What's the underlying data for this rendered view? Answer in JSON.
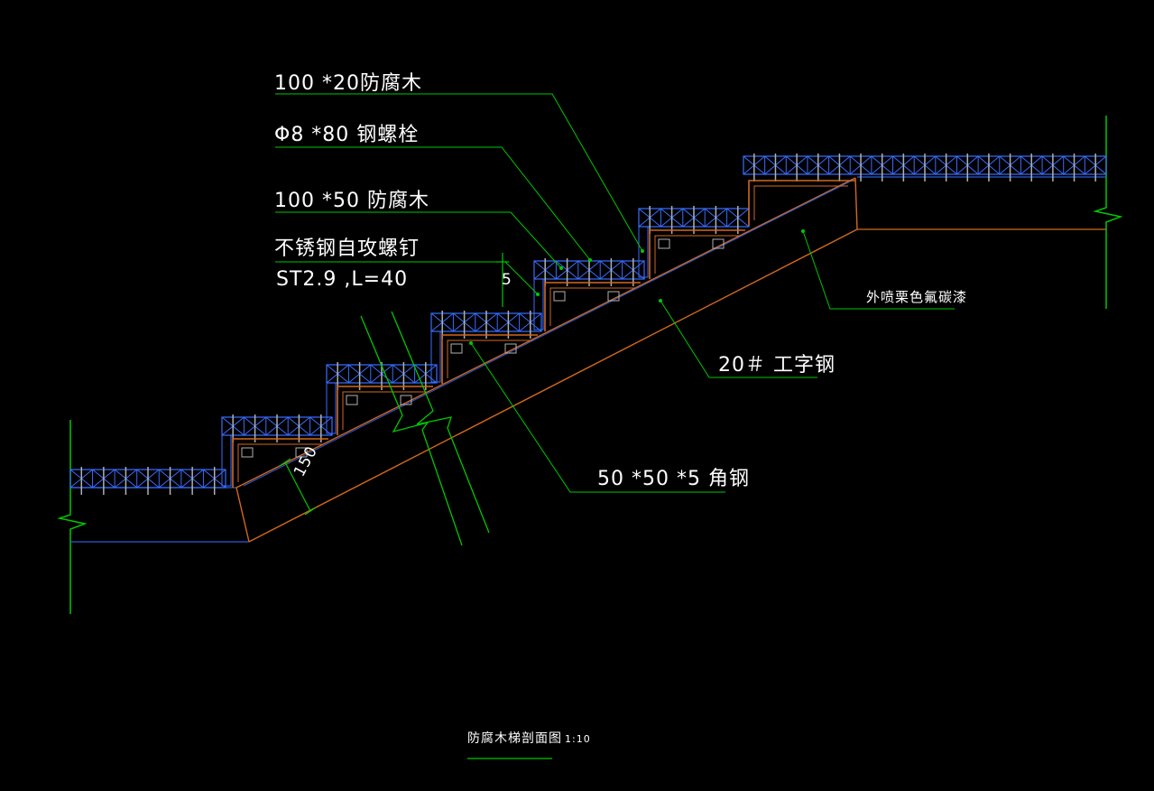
{
  "colors": {
    "background": "#000000",
    "text": "#ffffff",
    "leader": "#00c800",
    "wood_blue": "#3a6dff",
    "steel_orange": "#d2691e",
    "hardware_gray": "#b0b0b0",
    "slab_blue": "#2a5bd7"
  },
  "labels": {
    "wood_100x20": "100 *20防腐木",
    "bolt": "Φ8 *80 钢螺栓",
    "wood_100x50": "100 *50 防腐木",
    "screw_line1": "不锈钢自攻螺钉",
    "screw_line2": "ST2.9 ,L=40",
    "dim_5": "5",
    "paint": "外喷栗色氟碳漆",
    "i_beam": "20＃ 工字钢",
    "angle": "50 *50 *5 角钢",
    "dim_150": "150"
  },
  "caption": {
    "title": "防腐木梯剖面图",
    "scale": "1:10"
  }
}
